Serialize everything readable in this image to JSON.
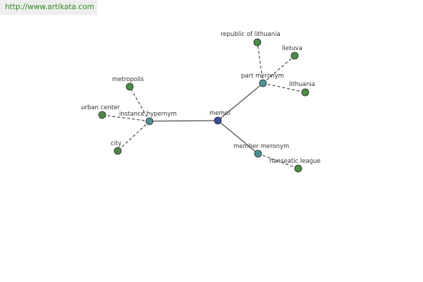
{
  "watermark": {
    "text": "http://www.artikata.com"
  },
  "colors": {
    "root": "#3c4f9a",
    "relation": "#4a9294",
    "leaf": "#4c8a45",
    "edge": "#222222"
  },
  "graph": {
    "nodes": [
      {
        "id": "memel",
        "label": "memel",
        "kind": "root"
      },
      {
        "id": "instance-hypernym",
        "label": "instance hypernym",
        "kind": "relation"
      },
      {
        "id": "part-meronym",
        "label": "part meronym",
        "kind": "relation"
      },
      {
        "id": "member-meronym",
        "label": "member meronym",
        "kind": "relation"
      },
      {
        "id": "metropolis",
        "label": "metropolis",
        "kind": "leaf"
      },
      {
        "id": "urban-center",
        "label": "urban center",
        "kind": "leaf"
      },
      {
        "id": "city",
        "label": "city",
        "kind": "leaf"
      },
      {
        "id": "republic-of-lithuania",
        "label": "republic of lithuania",
        "kind": "leaf"
      },
      {
        "id": "lietuva",
        "label": "lietuva",
        "kind": "leaf"
      },
      {
        "id": "lithuania",
        "label": "lithuania",
        "kind": "leaf"
      },
      {
        "id": "hanseatic-league",
        "label": "hanseatic league",
        "kind": "leaf"
      }
    ],
    "edges": [
      {
        "from": "memel",
        "to": "instance-hypernym",
        "style": "solid"
      },
      {
        "from": "memel",
        "to": "part-meronym",
        "style": "solid"
      },
      {
        "from": "memel",
        "to": "member-meronym",
        "style": "solid"
      },
      {
        "from": "instance-hypernym",
        "to": "metropolis",
        "style": "dashed"
      },
      {
        "from": "instance-hypernym",
        "to": "urban-center",
        "style": "dashed"
      },
      {
        "from": "instance-hypernym",
        "to": "city",
        "style": "dashed"
      },
      {
        "from": "part-meronym",
        "to": "republic-of-lithuania",
        "style": "dashed"
      },
      {
        "from": "part-meronym",
        "to": "lietuva",
        "style": "dashed"
      },
      {
        "from": "part-meronym",
        "to": "lithuania",
        "style": "dashed"
      },
      {
        "from": "member-meronym",
        "to": "hanseatic-league",
        "style": "dashed"
      }
    ]
  }
}
